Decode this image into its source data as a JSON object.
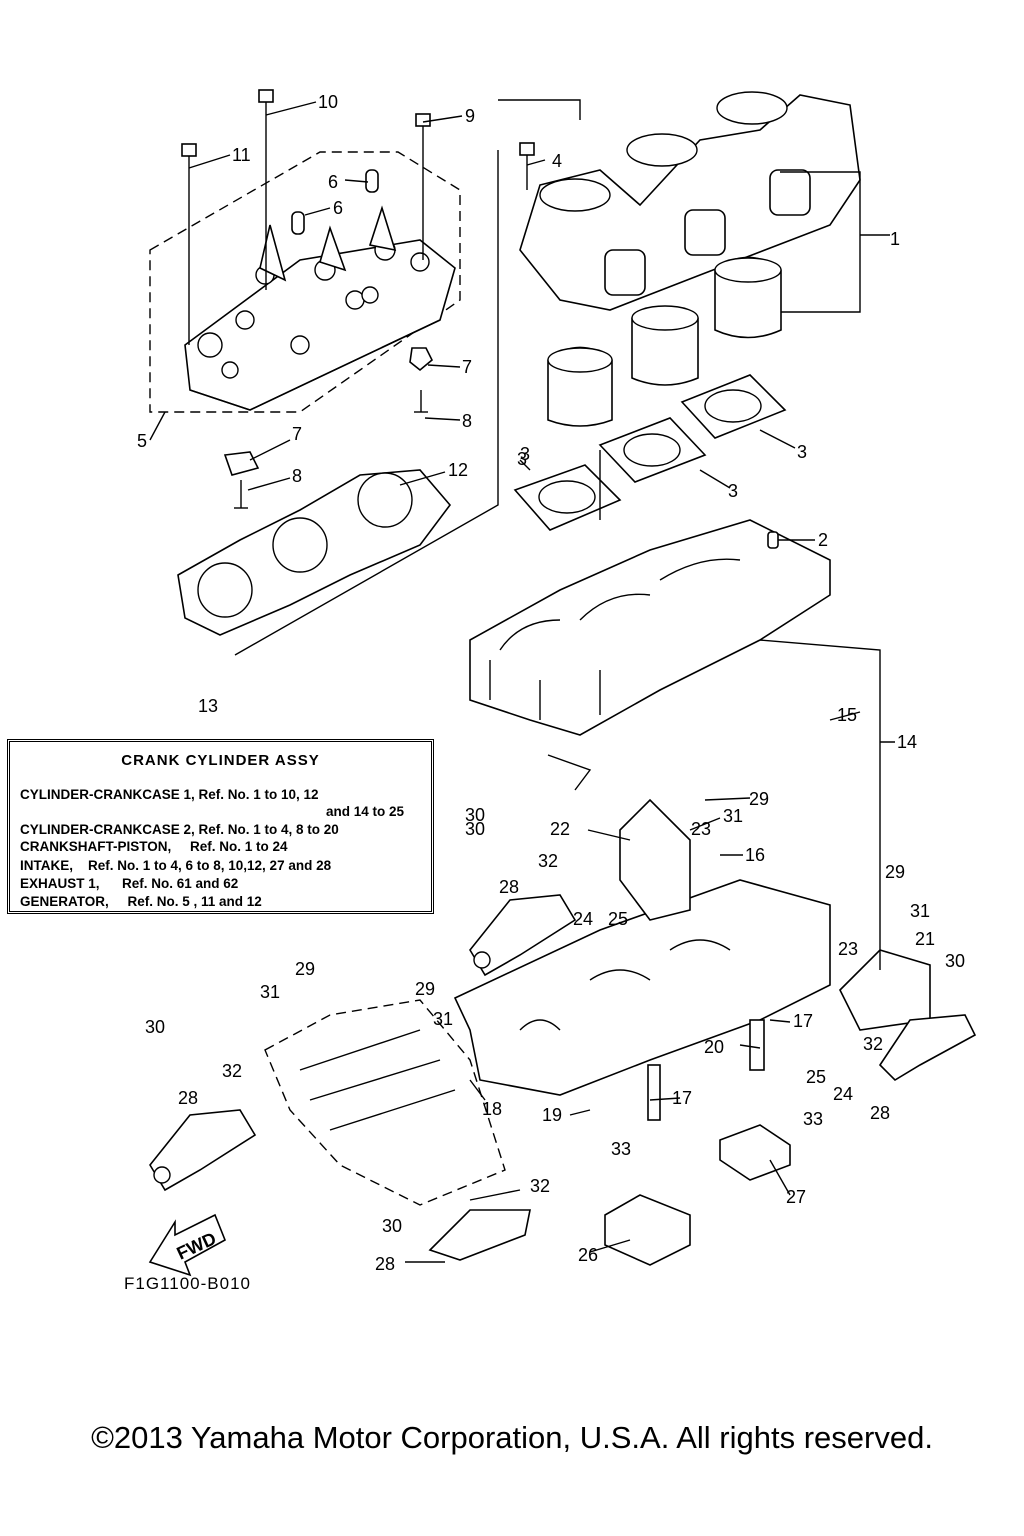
{
  "diagram": {
    "callouts": [
      "1",
      "2",
      "3",
      "3",
      "3",
      "3",
      "4",
      "5",
      "6",
      "6",
      "7",
      "7",
      "8",
      "8",
      "9",
      "10",
      "11",
      "12",
      "13",
      "14",
      "15",
      "16",
      "17",
      "17",
      "18",
      "19",
      "20",
      "21",
      "22",
      "23",
      "23",
      "24",
      "24",
      "25",
      "25",
      "26",
      "27",
      "28",
      "28",
      "28",
      "28",
      "29",
      "29",
      "29",
      "29",
      "30",
      "30",
      "30",
      "30",
      "30",
      "31",
      "31",
      "31",
      "31",
      "32",
      "32",
      "32",
      "32",
      "33",
      "33"
    ],
    "fwd_label": "FWD"
  },
  "assy_box": {
    "title": "CRANK CYLINDER ASSY",
    "lines": [
      "CYLINDER-CRANKCASE 1, Ref. No. 1 to 10, 12",
      "and 14 to 25",
      "CYLINDER-CRANKCASE 2, Ref. No. 1 to 4, 8 to 20",
      "CRANKSHAFT-PISTON,     Ref. No. 1 to 24",
      "INTAKE,    Ref. No. 1 to 4, 6 to 8, 10,12, 27 and 28",
      "EXHAUST 1,      Ref. No. 61 and 62",
      "GENERATOR,     Ref. No. 5 , 11 and 12"
    ]
  },
  "figure_code": "F1G1100-B010",
  "copyright": "©2013 Yamaha Motor Corporation, U.S.A. All rights reserved."
}
